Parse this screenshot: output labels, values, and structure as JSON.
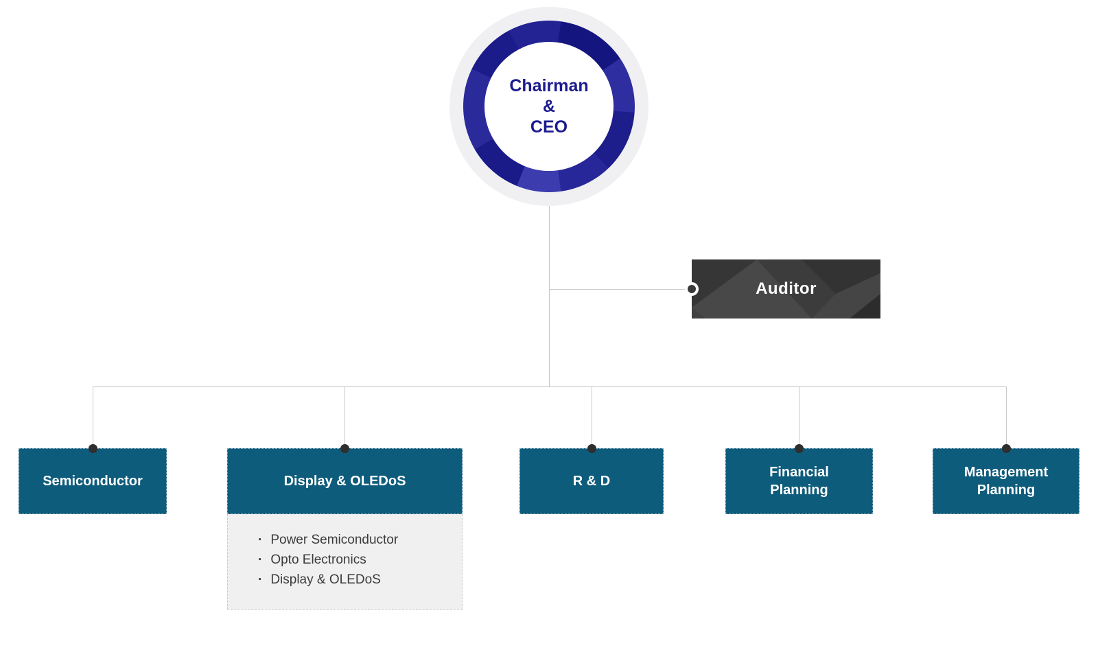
{
  "ceo": {
    "line1": "Chairman",
    "line2": "&",
    "line3": "CEO"
  },
  "auditor": {
    "label": "Auditor"
  },
  "departments": [
    {
      "label": "Semiconductor"
    },
    {
      "label": "Display & OLEDoS",
      "bullet": "·",
      "children": [
        "Power Semiconductor",
        "Opto Electronics",
        "Display & OLEDoS"
      ]
    },
    {
      "label": "R & D"
    },
    {
      "label": "Financial Planning"
    },
    {
      "label": "Management Planning"
    }
  ],
  "colors": {
    "department_teal": "#0e5c7c",
    "ceo_ring_blue": "#1d1d8c",
    "ceo_text_navy": "#1b1b8e",
    "auditor_dark": "#414141",
    "connector_gray": "#c8c8c8",
    "dot_dark": "#2e2e2e",
    "sublist_bg": "#f0f0f0",
    "halo_gray": "#f0f0f3"
  }
}
